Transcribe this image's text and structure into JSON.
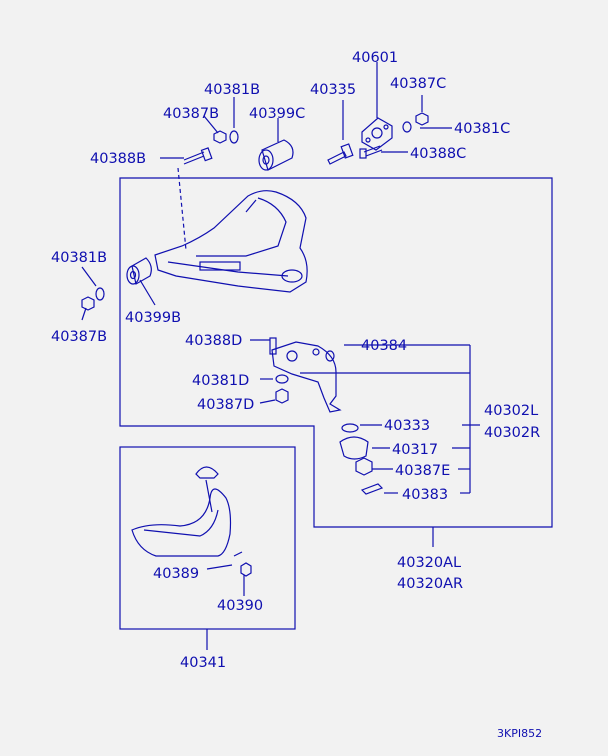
{
  "diagram": {
    "ink_color": "#1010b0",
    "background": "#f2f2f2",
    "part_labels": {
      "p40601": "40601",
      "p40387C": "40387C",
      "p40381B_top": "40381B",
      "p40335": "40335",
      "p40387B_top": "40387B",
      "p40399C": "40399C",
      "p40381C": "40381C",
      "p40388B": "40388B",
      "p40388C": "40388C",
      "p40381B_left": "40381B",
      "p40399B": "40399B",
      "p40387B_left": "40387B",
      "p40388D": "40388D",
      "p40384": "40384",
      "p40381D": "40381D",
      "p40387D": "40387D",
      "p40302L": "40302L",
      "p40302R": "40302R",
      "p40333": "40333",
      "p40317": "40317",
      "p40387E": "40387E",
      "p40383": "40383",
      "p40389": "40389",
      "p40390": "40390",
      "p40320AL": "40320AL",
      "p40320AR": "40320AR",
      "p40341": "40341"
    },
    "figure_code": "3KPI852"
  }
}
